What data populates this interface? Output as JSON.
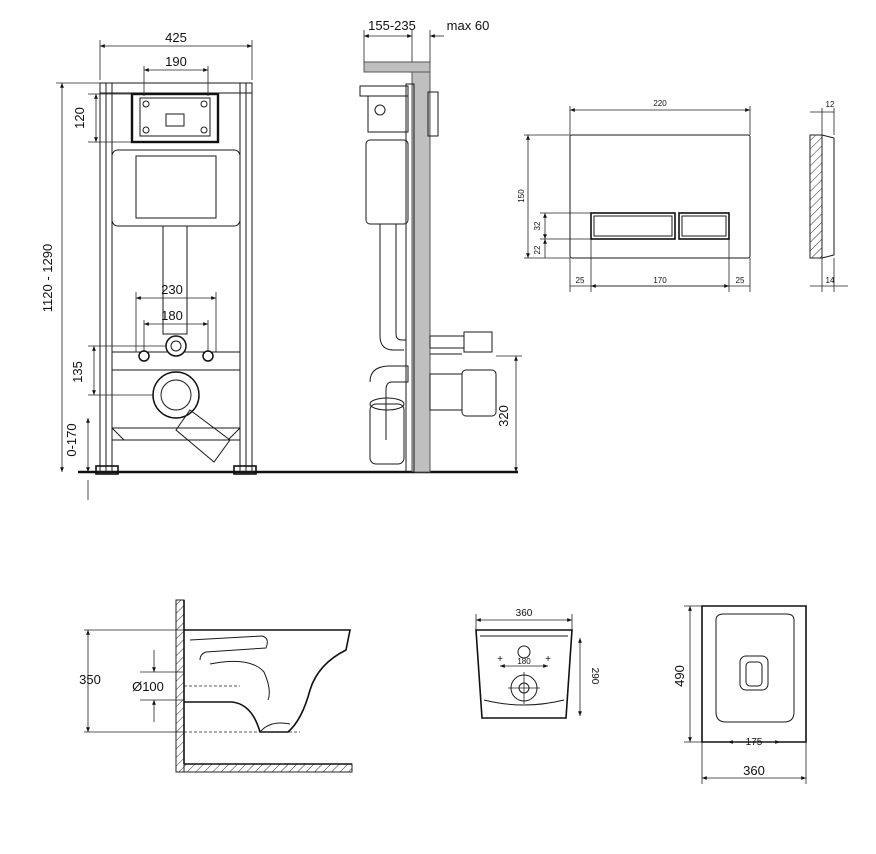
{
  "frame_front": {
    "width": "425",
    "plate_width": "190",
    "plate_height": "120",
    "total_height": "1120 - 1290",
    "bolt_spacing_outer": "230",
    "bolt_spacing_inner": "180",
    "drain_height": "135",
    "leg_adjust": "0-170"
  },
  "frame_side": {
    "depth": "155-235",
    "wall_max": "max 60",
    "outlet_height": "320"
  },
  "flush_plate": {
    "width": "220",
    "height": "150",
    "button_height": "32",
    "button_offset": "22",
    "margin_left": "25",
    "button_width": "170",
    "margin_right": "25",
    "depth_top": "12",
    "depth_bottom": "14"
  },
  "bowl_side": {
    "height": "350",
    "outlet_diameter": "Ø100"
  },
  "bowl_back": {
    "width": "360",
    "bolt_spacing": "180",
    "height": "290"
  },
  "bowl_top": {
    "length": "490",
    "bolt_spacing": "175",
    "width": "360"
  }
}
